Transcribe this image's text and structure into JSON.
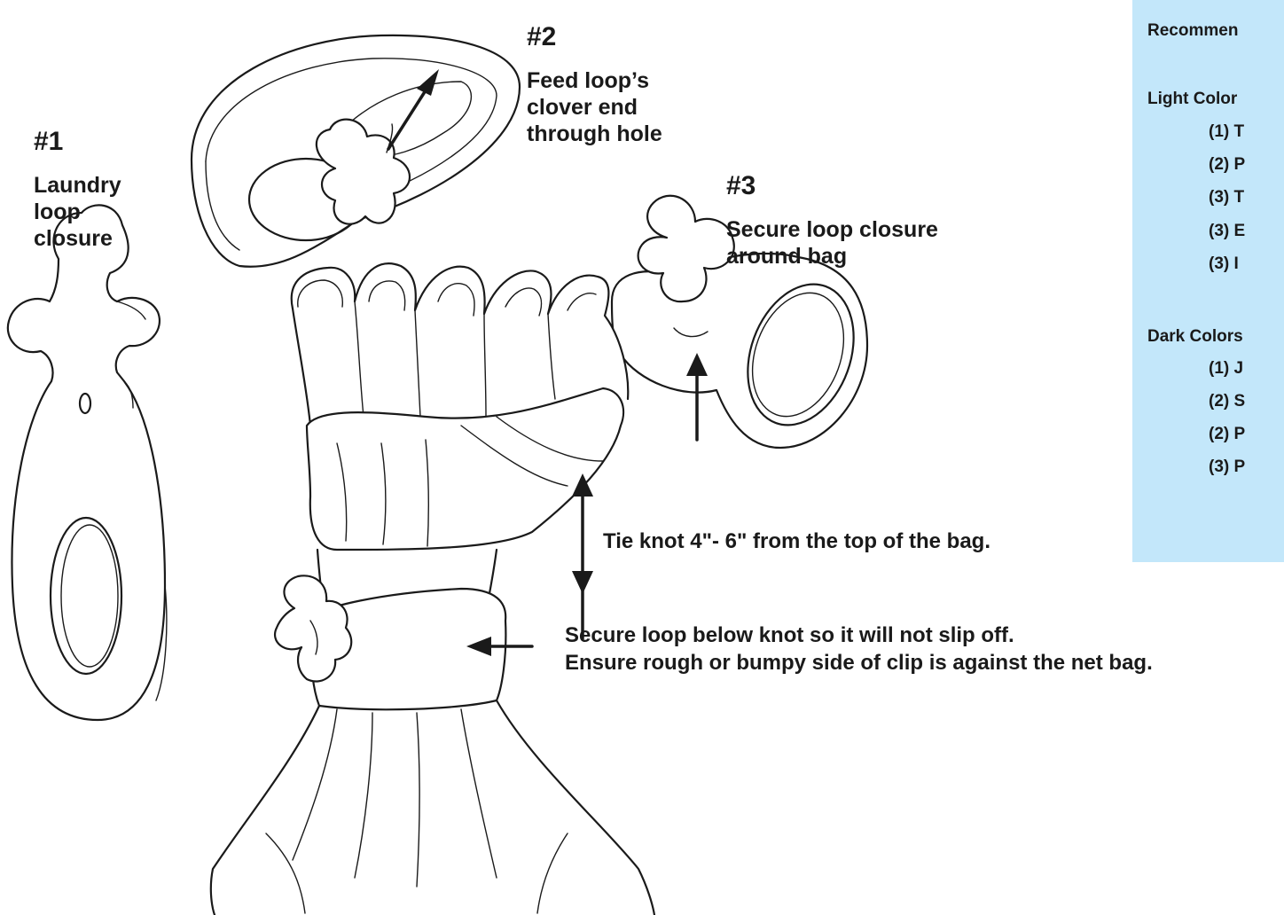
{
  "steps": [
    {
      "number": "#1",
      "text": "Laundry\nloop\nclosure"
    },
    {
      "number": "#2",
      "text": "Feed loop’s\nclover end\nthrough hole"
    },
    {
      "number": "#3",
      "text": "Secure loop closure\naround bag"
    }
  ],
  "instructions": {
    "tie_knot": "Tie knot 4\"- 6\" from the top of the bag.",
    "secure_line1": "Secure loop below knot so it will not slip off.",
    "secure_line2": "Ensure rough or bumpy side of clip is against the net bag."
  },
  "panel": {
    "title": "Recommen",
    "light_heading": "Light Color",
    "light_items": [
      "(1) T",
      "(2) P",
      "(3)  T",
      "(3)  E",
      "(3)  I"
    ],
    "dark_heading": "Dark Colors",
    "dark_items": [
      "(1) J",
      "(2) S",
      "(2) P",
      "(3)  P"
    ],
    "background_color": "#c3e7fa"
  }
}
